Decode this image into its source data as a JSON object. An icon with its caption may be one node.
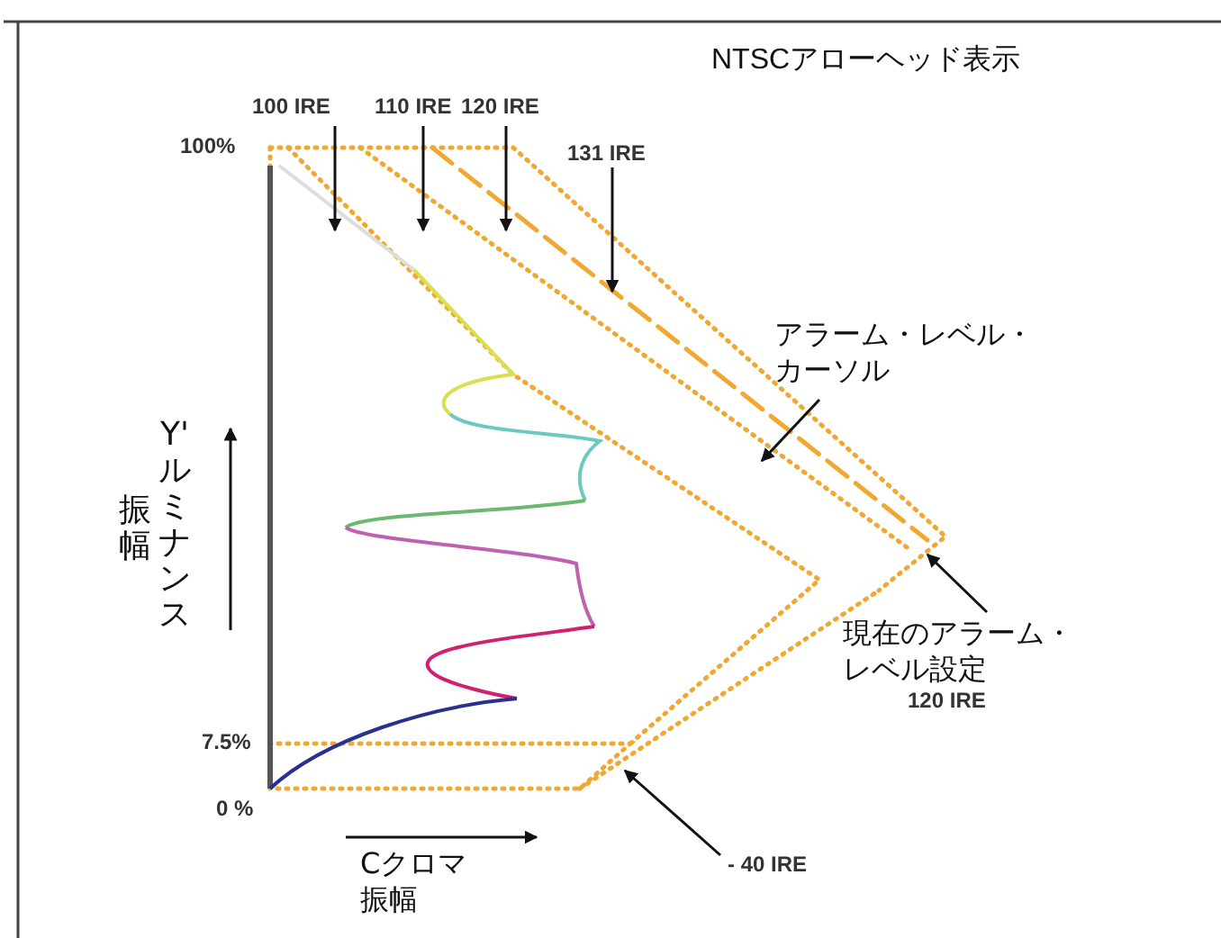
{
  "diagram": {
    "title": "NTSCアローヘッド表示",
    "nodes": [
      {
        "text": [
          "100 IRE"
        ]
      },
      {
        "text": [
          "110 IRE"
        ]
      },
      {
        "text": [
          "120 IRE"
        ]
      },
      {
        "text": [
          "131 IRE"
        ]
      },
      {
        "text": [
          "アラーム・レベル・カーソル"
        ]
      },
      {
        "text": [
          "現在のアラーム・レベル設定",
          "120 IRE"
        ]
      },
      {
        "text": [
          "- 40 IRE"
        ]
      }
    ],
    "edges": [
      {
        "from": 0,
        "to": null,
        "arrow": "to"
      },
      {
        "from": 1,
        "to": null,
        "arrow": "to"
      },
      {
        "from": 2,
        "to": null,
        "arrow": "to"
      },
      {
        "from": 3,
        "to": null,
        "arrow": "to"
      },
      {
        "from": 4,
        "to": null,
        "arrow": "to"
      },
      {
        "from": 5,
        "to": null,
        "arrow": "to"
      },
      {
        "from": 6,
        "to": null,
        "arrow": "to"
      }
    ],
    "labels": [
      "100%",
      "Y'ルミナンス",
      "振幅",
      "7.5%",
      "0 %",
      "Cクロマ振幅"
    ]
  }
}
